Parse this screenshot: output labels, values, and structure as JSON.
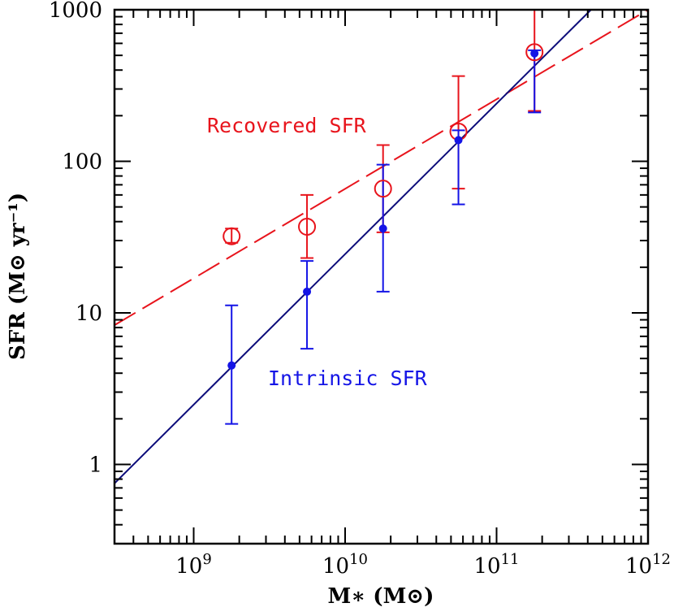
{
  "chart_data": {
    "type": "scatter",
    "title": "",
    "xlabel": "M∗ (M⊙)",
    "ylabel": "SFR (M⊙ yr⁻¹)",
    "xscale": "log",
    "yscale": "log",
    "xlim": [
      300000000,
      1000000000000
    ],
    "ylim": [
      0.3,
      1000
    ],
    "x_tick_labels": [
      {
        "value": 1000000000,
        "base": "10",
        "exp": "9"
      },
      {
        "value": 10000000000,
        "base": "10",
        "exp": "10"
      },
      {
        "value": 100000000000,
        "base": "10",
        "exp": "11"
      },
      {
        "value": 1000000000000,
        "base": "10",
        "exp": "12"
      }
    ],
    "y_tick_labels": [
      {
        "value": 1,
        "label": "1"
      },
      {
        "value": 10,
        "label": "10"
      },
      {
        "value": 100,
        "label": "100"
      },
      {
        "value": 1000,
        "label": "1000"
      }
    ],
    "series": [
      {
        "name": "Recovered SFR",
        "color": "#e8141c",
        "marker": "open-circle",
        "line_style": "dashed",
        "fit_line": {
          "x": [
            300000000,
            1000000000000
          ],
          "y": [
            8.3,
            1000
          ]
        },
        "points": [
          {
            "x": 1780000000,
            "y": 32,
            "ylow": 29,
            "yhigh": 36
          },
          {
            "x": 5600000000,
            "y": 37,
            "ylow": 23,
            "yhigh": 60
          },
          {
            "x": 17800000000,
            "y": 66,
            "ylow": 34,
            "yhigh": 128
          },
          {
            "x": 56000000000,
            "y": 157,
            "ylow": 66,
            "yhigh": 365
          },
          {
            "x": 178000000000,
            "y": 525,
            "ylow": 215,
            "yhigh": 1000
          }
        ]
      },
      {
        "name": "Intrinsic SFR",
        "color": "#1414e6",
        "fit_color": "#0c0c7a",
        "marker": "filled-circle",
        "line_style": "solid",
        "fit_line": {
          "x": [
            300000000,
            420000000000
          ],
          "y": [
            0.75,
            1000
          ]
        },
        "points": [
          {
            "x": 1780000000,
            "y": 4.5,
            "ylow": 1.85,
            "yhigh": 11.2
          },
          {
            "x": 5600000000,
            "y": 13.8,
            "ylow": 5.8,
            "yhigh": 22
          },
          {
            "x": 17800000000,
            "y": 36,
            "ylow": 13.8,
            "yhigh": 95
          },
          {
            "x": 56000000000,
            "y": 138,
            "ylow": 52,
            "yhigh": 160
          },
          {
            "x": 178000000000,
            "y": 515,
            "ylow": 210,
            "yhigh": 540
          }
        ]
      }
    ],
    "grid": false,
    "legend": "inline-labels"
  }
}
